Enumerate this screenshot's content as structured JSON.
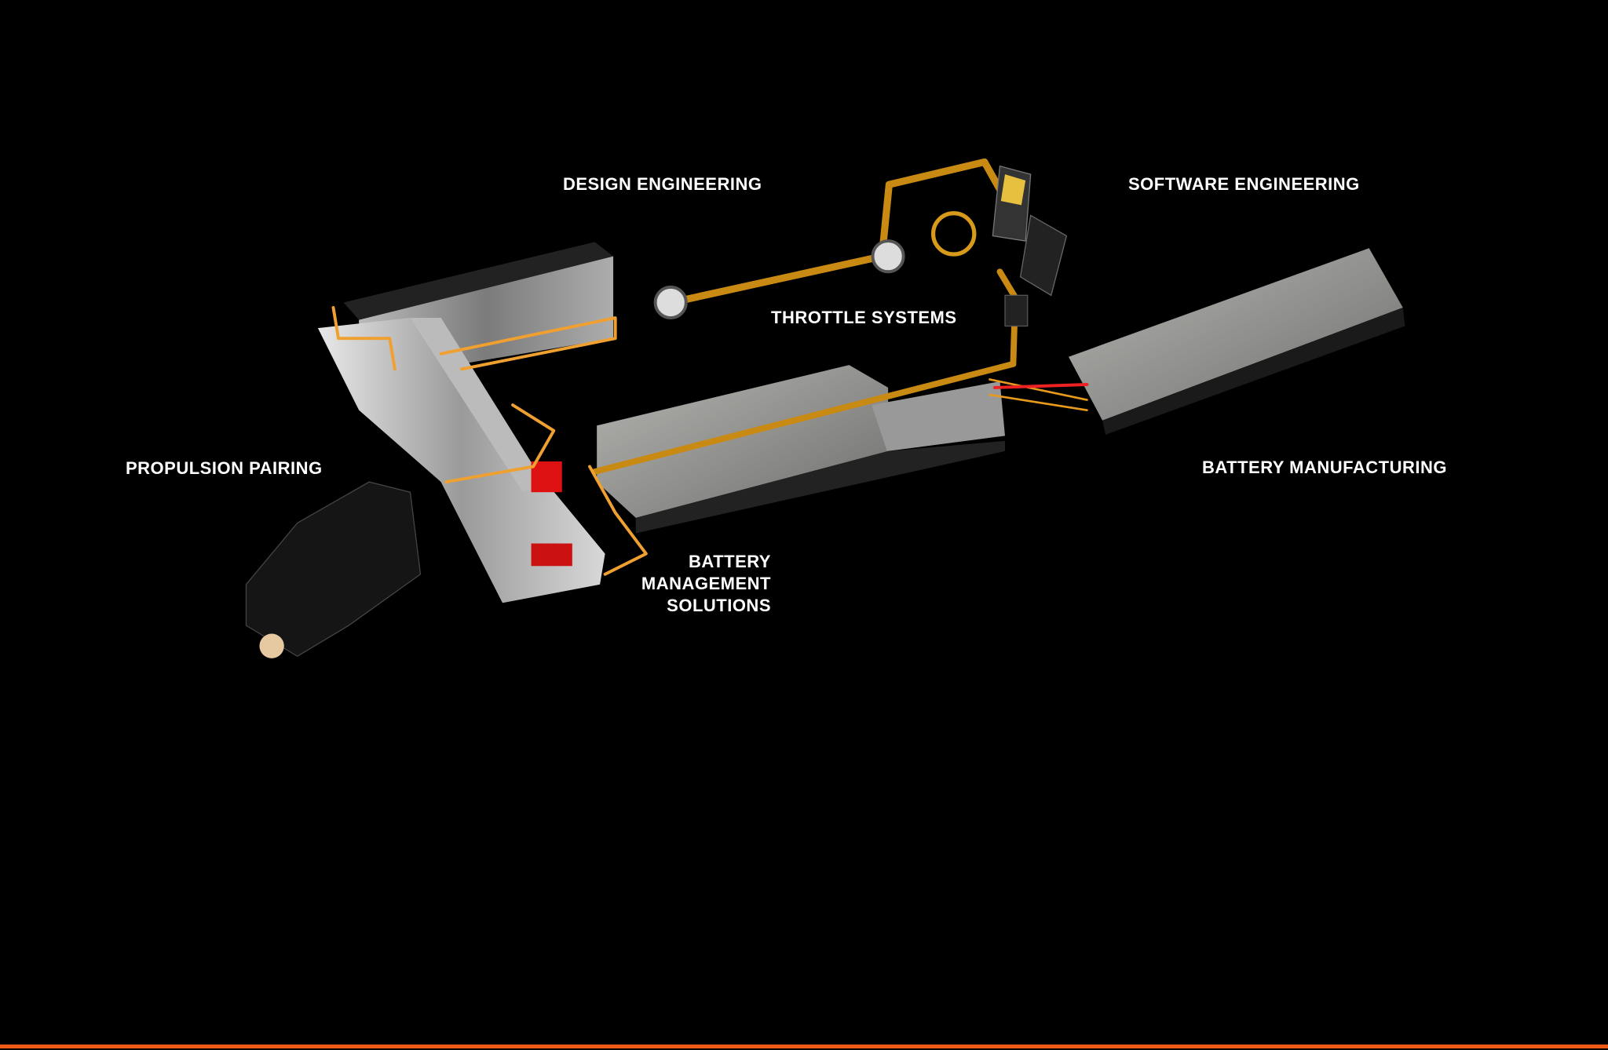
{
  "labels": {
    "design_engineering": "DESIGN ENGINEERING",
    "software_engineering": "SOFTWARE ENGINEERING",
    "throttle_systems": "THROTTLE SYSTEMS",
    "propulsion_pairing": "PROPULSION PAIRING",
    "battery_manufacturing": "BATTERY MANUFACTURING",
    "battery_management": [
      "BATTERY",
      "MANAGEMENT",
      "SOLUTIONS"
    ]
  },
  "colors": {
    "background": "#000000",
    "accent_orange": "#f05a14",
    "cable_orange": "#e89a1c",
    "battery_gray": "#8a8a88"
  }
}
